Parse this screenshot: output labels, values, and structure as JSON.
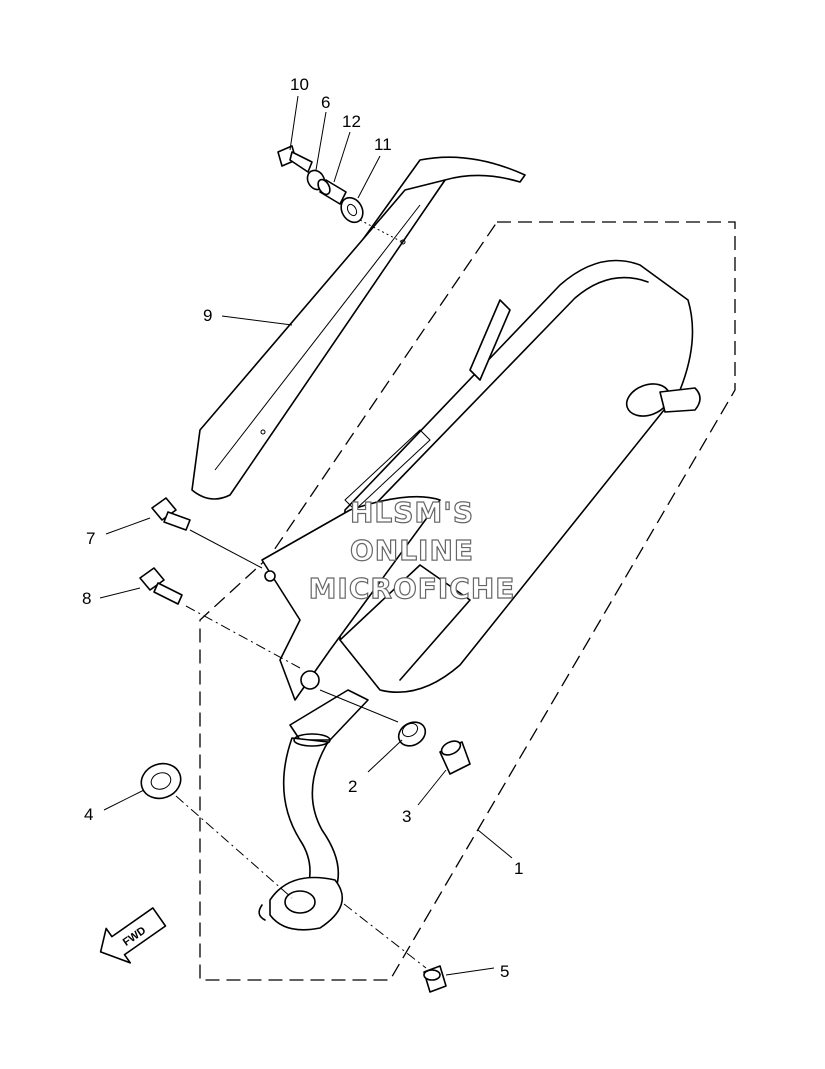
{
  "watermark": {
    "line1": "HLSM'S",
    "line2": "ONLINE",
    "line3": "MICROFICHE"
  },
  "direction_arrow": {
    "label": "FWD",
    "icon": "fwd-arrow-icon"
  },
  "callouts": [
    {
      "id": "c1",
      "label": "1",
      "part": "muffler-assembly"
    },
    {
      "id": "c2",
      "label": "2",
      "part": "collar"
    },
    {
      "id": "c3",
      "label": "3",
      "part": "collar"
    },
    {
      "id": "c4",
      "label": "4",
      "part": "exhaust-gasket"
    },
    {
      "id": "c5",
      "label": "5",
      "part": "nut"
    },
    {
      "id": "c6",
      "label": "6",
      "part": "washer"
    },
    {
      "id": "c7",
      "label": "7",
      "part": "flange-bolt"
    },
    {
      "id": "c8",
      "label": "8",
      "part": "flange-bolt"
    },
    {
      "id": "c9",
      "label": "9",
      "part": "muffler-protector"
    },
    {
      "id": "c10",
      "label": "10",
      "part": "bolt"
    },
    {
      "id": "c11",
      "label": "11",
      "part": "damper"
    },
    {
      "id": "c12",
      "label": "12",
      "part": "collar"
    }
  ]
}
